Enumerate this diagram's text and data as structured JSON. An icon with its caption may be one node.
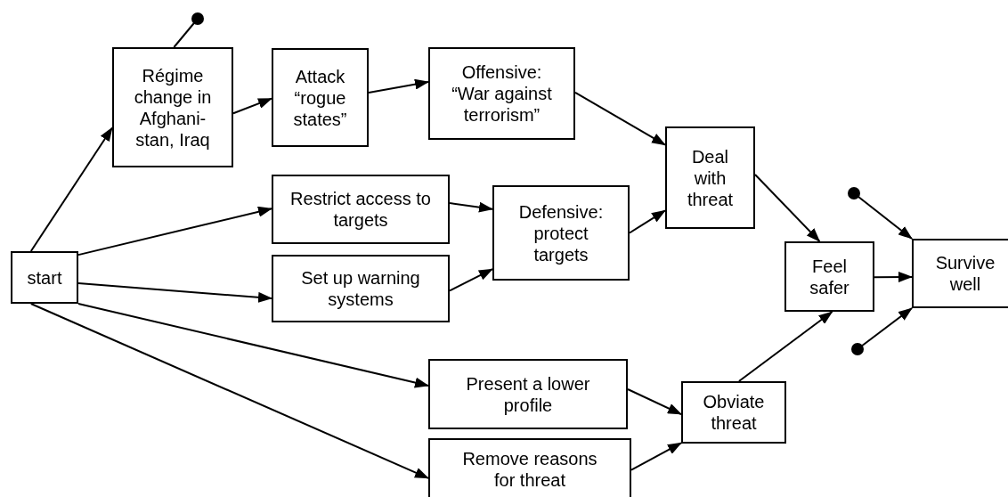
{
  "diagram": {
    "nodes": [
      {
        "text": [
          "start"
        ]
      },
      {
        "text": [
          "Régime change in Afghani-stan, Iraq"
        ]
      },
      {
        "text": [
          "Attack “rogue states”"
        ]
      },
      {
        "text": [
          "Offensive: “War against terrorism”"
        ]
      },
      {
        "text": [
          "Restrict access to targets"
        ]
      },
      {
        "text": [
          "Set up warning systems"
        ]
      },
      {
        "text": [
          "Defensive: protect targets"
        ]
      },
      {
        "text": [
          "Deal with threat"
        ]
      },
      {
        "text": [
          "Feel safer"
        ]
      },
      {
        "text": [
          "Survive well"
        ]
      },
      {
        "text": [
          "Present a lower profile"
        ]
      },
      {
        "text": [
          "Obviate threat"
        ]
      },
      {
        "text": [
          "Remove reasons for threat"
        ]
      },
      {
        "text": [],
        "shape": "circle"
      },
      {
        "text": [],
        "shape": "circle"
      },
      {
        "text": [],
        "shape": "circle"
      }
    ],
    "edges": [
      {
        "from": 0,
        "to": 1,
        "arrow": "to"
      },
      {
        "from": 1,
        "to": 2,
        "arrow": "to"
      },
      {
        "from": 2,
        "to": 3,
        "arrow": "to"
      },
      {
        "from": 3,
        "to": 7,
        "arrow": "to"
      },
      {
        "from": 0,
        "to": 4,
        "arrow": "to"
      },
      {
        "from": 0,
        "to": 5,
        "arrow": "to"
      },
      {
        "from": 0,
        "to": 10,
        "arrow": "to"
      },
      {
        "from": 0,
        "to": 12,
        "arrow": "to"
      },
      {
        "from": 4,
        "to": 6,
        "arrow": "to"
      },
      {
        "from": 5,
        "to": 6,
        "arrow": "to"
      },
      {
        "from": 6,
        "to": 7,
        "arrow": "to"
      },
      {
        "from": 7,
        "to": 8,
        "arrow": "to"
      },
      {
        "from": 10,
        "to": 11,
        "arrow": "to"
      },
      {
        "from": 12,
        "to": 11,
        "arrow": "to"
      },
      {
        "from": 11,
        "to": 8,
        "arrow": "to"
      },
      {
        "from": 8,
        "to": 9,
        "arrow": "to"
      },
      {
        "from": 13,
        "to": 1,
        "arrow": "none"
      },
      {
        "from": 14,
        "to": 9,
        "arrow": "to"
      },
      {
        "from": 15,
        "to": 9,
        "arrow": "to"
      }
    ]
  }
}
